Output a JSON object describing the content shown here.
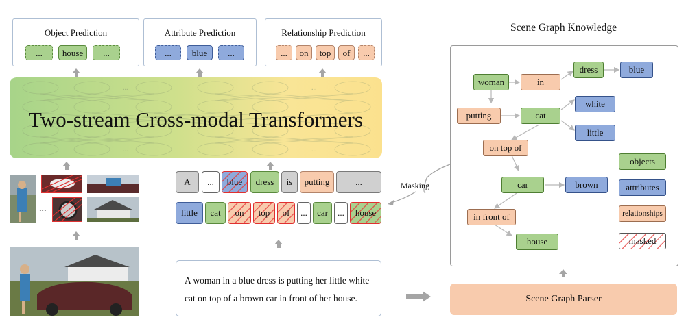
{
  "predictions": {
    "object": {
      "title": "Object Prediction",
      "tokens": [
        "...",
        "house",
        "..."
      ]
    },
    "attribute": {
      "title": "Attribute Prediction",
      "tokens": [
        "...",
        "blue",
        "..."
      ]
    },
    "relationship": {
      "title": "Relationship Prediction",
      "tokens": [
        "...",
        "on",
        "top",
        "of",
        "..."
      ]
    }
  },
  "transformer": {
    "title": "Two-stream Cross-modal Transformers",
    "node_dots": "..."
  },
  "image_stream": {
    "ellipsis": "..."
  },
  "text_tokens": {
    "row1": [
      "A",
      "...",
      "blue",
      "dress",
      "is",
      "putting",
      "..."
    ],
    "row2": [
      "little",
      "cat",
      "on",
      "top",
      "of",
      "...",
      "car",
      "...",
      "house"
    ]
  },
  "caption": "A woman in a blue dress is putting her little white cat on top of a brown car in front of her house.",
  "masking_label": "Masking",
  "scene_graph": {
    "title": "Scene Graph Knowledge",
    "nodes": {
      "woman": "woman",
      "in": "in",
      "dress": "dress",
      "blue": "blue",
      "putting": "putting",
      "cat": "cat",
      "white": "white",
      "little": "little",
      "on_top_of": "on top of",
      "car": "car",
      "brown": "brown",
      "in_front_of": "in front of",
      "house": "house"
    },
    "legend": {
      "objects": "objects",
      "attributes": "attributes",
      "relationships": "relationships",
      "masked": "masked"
    }
  },
  "parser": "Scene Graph Parser",
  "colors": {
    "object_green": "#a9d18e",
    "attribute_blue": "#8faadc",
    "relationship_orange": "#f8cbad",
    "neutral_gray": "#d0d0d0",
    "mask_red": "#e03030"
  }
}
